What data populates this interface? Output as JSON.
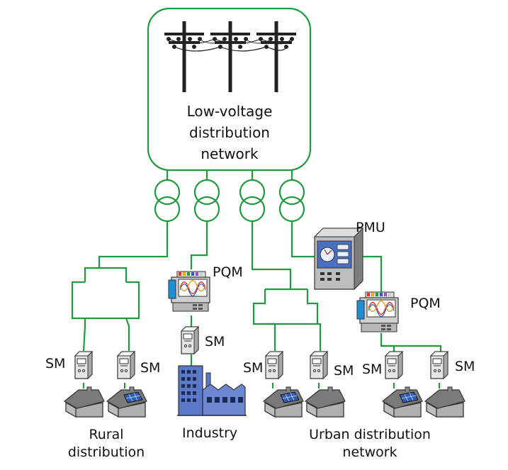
{
  "network": {
    "title_line1": "Low-voltage",
    "title_line2": "distribution",
    "title_line3": "network"
  },
  "labels": {
    "sm": "SM",
    "pqm": "PQM",
    "pmu": "PMU",
    "rural_line1": "Rural",
    "rural_line2": "distribution",
    "industry": "Industry",
    "urban_line1": "Urban distribution",
    "urban_line2": "network"
  },
  "colors": {
    "line_green": "#1f9a3c",
    "house_gray": "#808080",
    "solar_blue": "#2f5fb5",
    "factory_blue": "#5b79c8",
    "meter_gray": "#c8c8c8"
  }
}
